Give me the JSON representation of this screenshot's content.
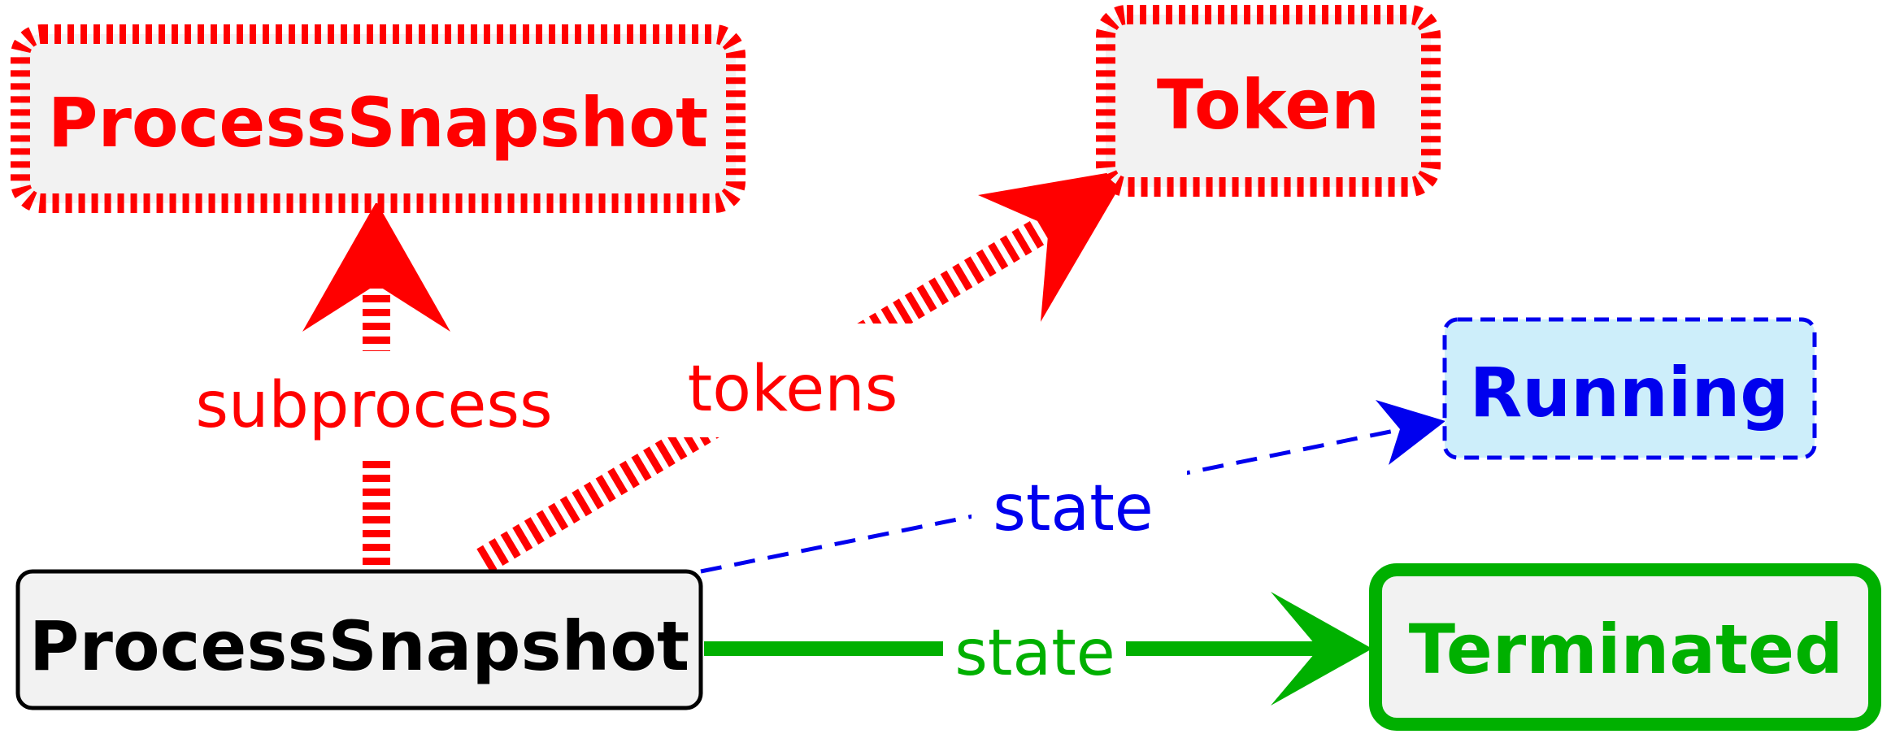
{
  "nodes": {
    "source": {
      "label": "ProcessSnapshot",
      "stroke": "#000000",
      "fill": "#f2f2f2"
    },
    "subprocess_target": {
      "label": "ProcessSnapshot",
      "stroke": "#ff0000",
      "fill": "#f2f2f2"
    },
    "token": {
      "label": "Token",
      "stroke": "#ff0000",
      "fill": "#f2f2f2"
    },
    "running": {
      "label": "Running",
      "stroke": "#0000ee",
      "fill": "#cdeefa"
    },
    "terminated": {
      "label": "Terminated",
      "stroke": "#00b000",
      "fill": "#f2f2f2"
    }
  },
  "edges": {
    "subprocess": {
      "label": "subprocess",
      "color": "#ff0000",
      "style": "dotted-thick"
    },
    "tokens": {
      "label": "tokens",
      "color": "#ff0000",
      "style": "dotted-thick"
    },
    "state_running": {
      "label": "state",
      "color": "#0000ee",
      "style": "dashed"
    },
    "state_terminated": {
      "label": "state",
      "color": "#00b000",
      "style": "solid-thick"
    }
  }
}
